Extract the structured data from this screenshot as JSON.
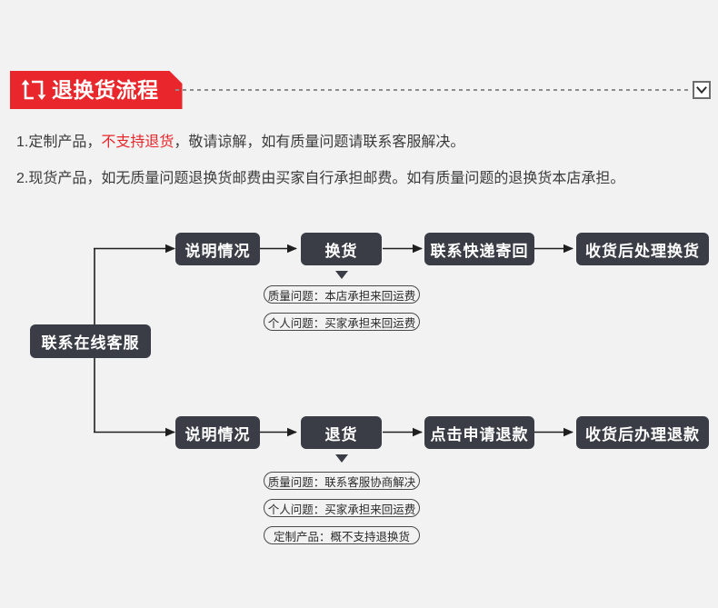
{
  "header": {
    "title": "退换货流程",
    "icon": "return-exchange-loop-icon",
    "banner_color": "#e8262b",
    "dropdown_icon": "chevron-down-icon"
  },
  "policy": {
    "line1_prefix": "1.定制产品，",
    "line1_warn": "不支持退货",
    "line1_suffix": "，敬请谅解，如有质量问题请联系客服解决。",
    "warn_color": "#e8262b",
    "line2": "2.现货产品，如无质量问题退换货邮费由买家自行承担邮费。如有质量问题的退换货本店承担。"
  },
  "flow": {
    "node_color": "#3b3d46",
    "root": "联系在线客服",
    "exchange_branch": {
      "steps": [
        "说明情况",
        "换货",
        "联系快递寄回",
        "收货后处理换货"
      ],
      "notes": [
        "质量问题：本店承担来回运费",
        "个人问题：买家承担来回运费"
      ]
    },
    "refund_branch": {
      "steps": [
        "说明情况",
        "退货",
        "点击申请退款",
        "收货后办理退款"
      ],
      "notes": [
        "质量问题：联系客服协商解决",
        "个人问题：买家承担来回运费",
        "定制产品：概不支持退换货"
      ]
    }
  }
}
